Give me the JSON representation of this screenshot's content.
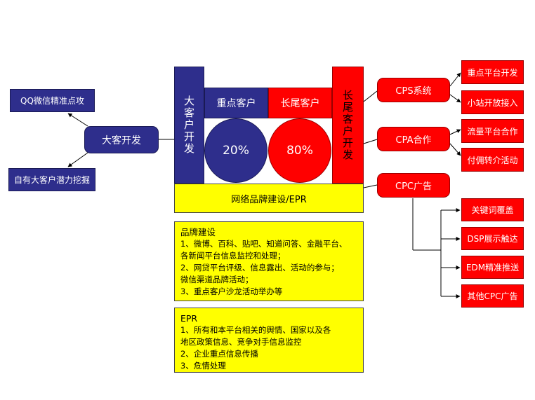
{
  "left": {
    "qq": "QQ微信精准点攻",
    "big_dev": "大客开发",
    "potential": "自有大客户潜力挖掘"
  },
  "center": {
    "big_client_dev": "大客户开发",
    "key_client": "重点客户",
    "long_tail_client": "长尾客户",
    "long_tail_dev": "长尾客户开发",
    "pct_key": "20%",
    "pct_tail": "80%",
    "brand_epr": "网络品牌建设/EPR"
  },
  "brand_block": {
    "lines": [
      "品牌建设",
      "1、微博、百科、贴吧、知道问答、金融平台、",
      "各新闻平台信息监控和处理；",
      "2、网贷平台评级、信息露出、活动的参与；",
      "微信渠道品牌活动；",
      "3、重点客户沙龙活动举办等"
    ]
  },
  "epr_block": {
    "lines": [
      "EPR",
      "1、所有和本平台相关的舆情、国家以及各",
      "地区政策信息、竞争对手信息监控",
      "2、企业重点信息传播",
      "3、危情处理"
    ]
  },
  "right": {
    "cps": "CPS系统",
    "cps_1": "重点平台开发",
    "cps_2": "小站开放接入",
    "cpa": "CPA合作",
    "cpa_1": "流量平台合作",
    "cpa_2": "付佣转介活动",
    "cpc": "CPC广告",
    "cpc_1": "关键词覆盖",
    "cpc_2": "DSP展示触达",
    "cpc_3": "EDM精准推送",
    "cpc_4": "其他CPC广告"
  },
  "colors": {
    "navy": "#2e2e8c",
    "red": "#ff0000",
    "yellow": "#ffff00"
  }
}
